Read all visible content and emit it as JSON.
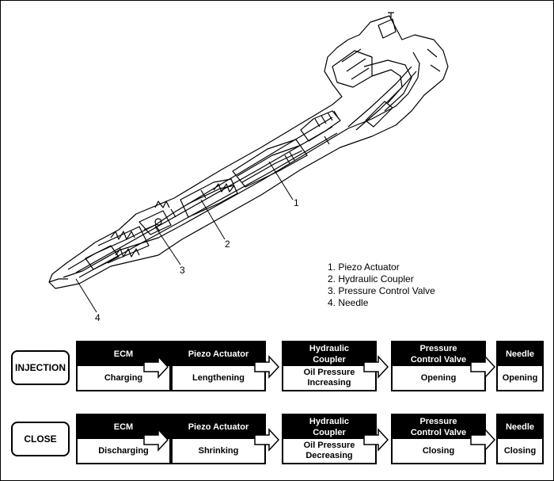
{
  "callouts": [
    "1",
    "2",
    "3",
    "4"
  ],
  "legend": [
    "1. Piezo Actuator",
    "2. Hydraulic Coupler",
    "3. Pressure Control Valve",
    "4. Needle"
  ],
  "flows": [
    {
      "label": "INJECTION",
      "steps": [
        {
          "component": "ECM",
          "state": "Charging"
        },
        {
          "component": "Piezo Actuator",
          "state": "Lengthening"
        },
        {
          "component": "Hydraulic\nCoupler",
          "state": "Oil Pressure\nIncreasing"
        },
        {
          "component": "Pressure\nControl Valve",
          "state": "Opening"
        },
        {
          "component": "Needle",
          "state": "Opening"
        }
      ]
    },
    {
      "label": "CLOSE",
      "steps": [
        {
          "component": "ECM",
          "state": "Discharging"
        },
        {
          "component": "Piezo Actuator",
          "state": "Shrinking"
        },
        {
          "component": "Hydraulic\nCoupler",
          "state": "Oil Pressure\nDecreasing"
        },
        {
          "component": "Pressure\nControl Valve",
          "state": "Closing"
        },
        {
          "component": "Needle",
          "state": "Closing"
        }
      ]
    }
  ]
}
